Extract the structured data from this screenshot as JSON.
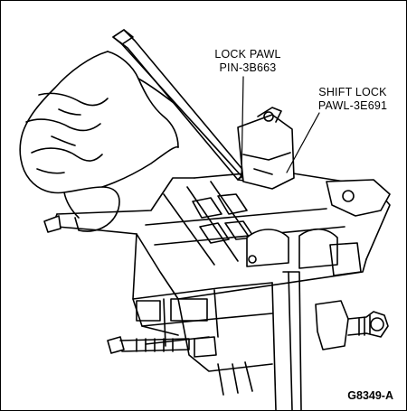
{
  "labels": {
    "lock_pawl_pin": {
      "line1": "LOCK PAWL",
      "line2": "PIN-3B663"
    },
    "shift_lock_pawl": {
      "line1": "SHIFT LOCK",
      "line2": "PAWL-3E691"
    }
  },
  "figure_id": "G8349-A",
  "colors": {
    "line": "#000000",
    "background": "#ffffff"
  }
}
